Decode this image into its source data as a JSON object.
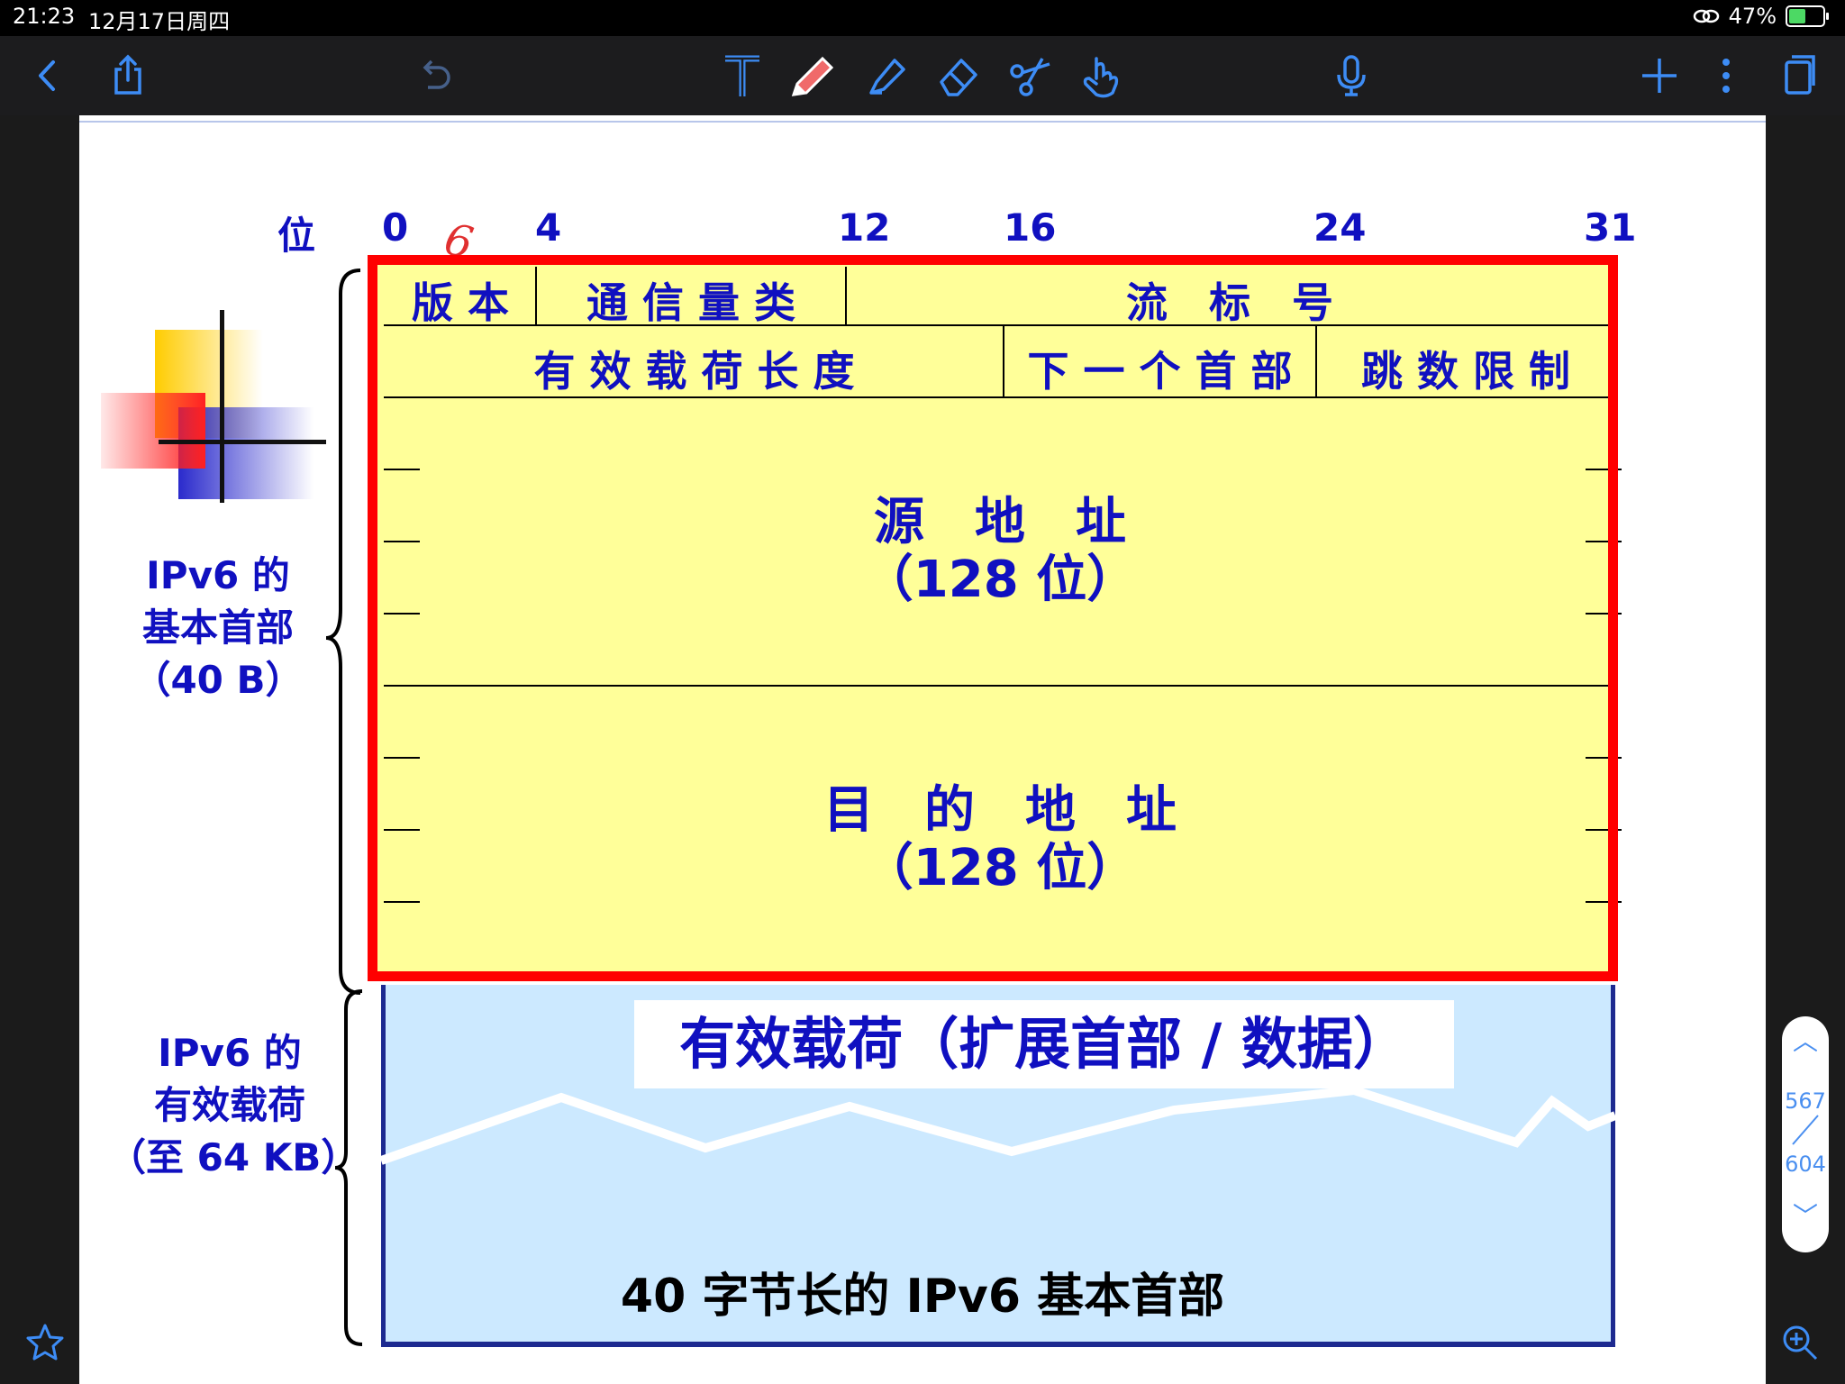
{
  "status": {
    "time": "21:23",
    "date": "12月17日周四",
    "battery": "47%"
  },
  "toolbar": {
    "icons": [
      "back-icon",
      "share-icon",
      "undo-icon",
      "text-tool-icon",
      "pen-icon",
      "highlighter-icon",
      "eraser-icon",
      "scissors-icon",
      "hand-icon",
      "microphone-icon",
      "add-icon",
      "more-icon",
      "page-view-icon"
    ]
  },
  "diagram": {
    "bit_label": "位",
    "bit_ticks": [
      "0",
      "4",
      "12",
      "16",
      "24",
      "31"
    ],
    "row1": {
      "version": "版 本",
      "traffic_class": "通 信 量 类",
      "flow_label": "流　标　号"
    },
    "row2": {
      "payload_length": "有 效 载 荷 长 度",
      "next_header": "下 一 个 首 部",
      "hop_limit": "跳 数 限 制"
    },
    "source": {
      "title": "源　地　址",
      "size": "（128 位）"
    },
    "dest": {
      "title": "目　的　地　址",
      "size": "（128 位）"
    },
    "payload_label": "有效载荷（扩展首部 / 数据）",
    "side_header": [
      "IPv6 的",
      "基本首部",
      "（40 B）"
    ],
    "side_payload": [
      "IPv6 的",
      "有效载荷",
      "（至 64 KB）"
    ],
    "caption": "40 字节长的 IPv6 基本首部",
    "handwritten": "6"
  },
  "pager": {
    "current": "567",
    "total": "604"
  },
  "colors": {
    "header_fill": "#ffff99",
    "frame": "#ff0000",
    "payload_fill": "#cce9ff",
    "text_blue": "#1010c0"
  }
}
